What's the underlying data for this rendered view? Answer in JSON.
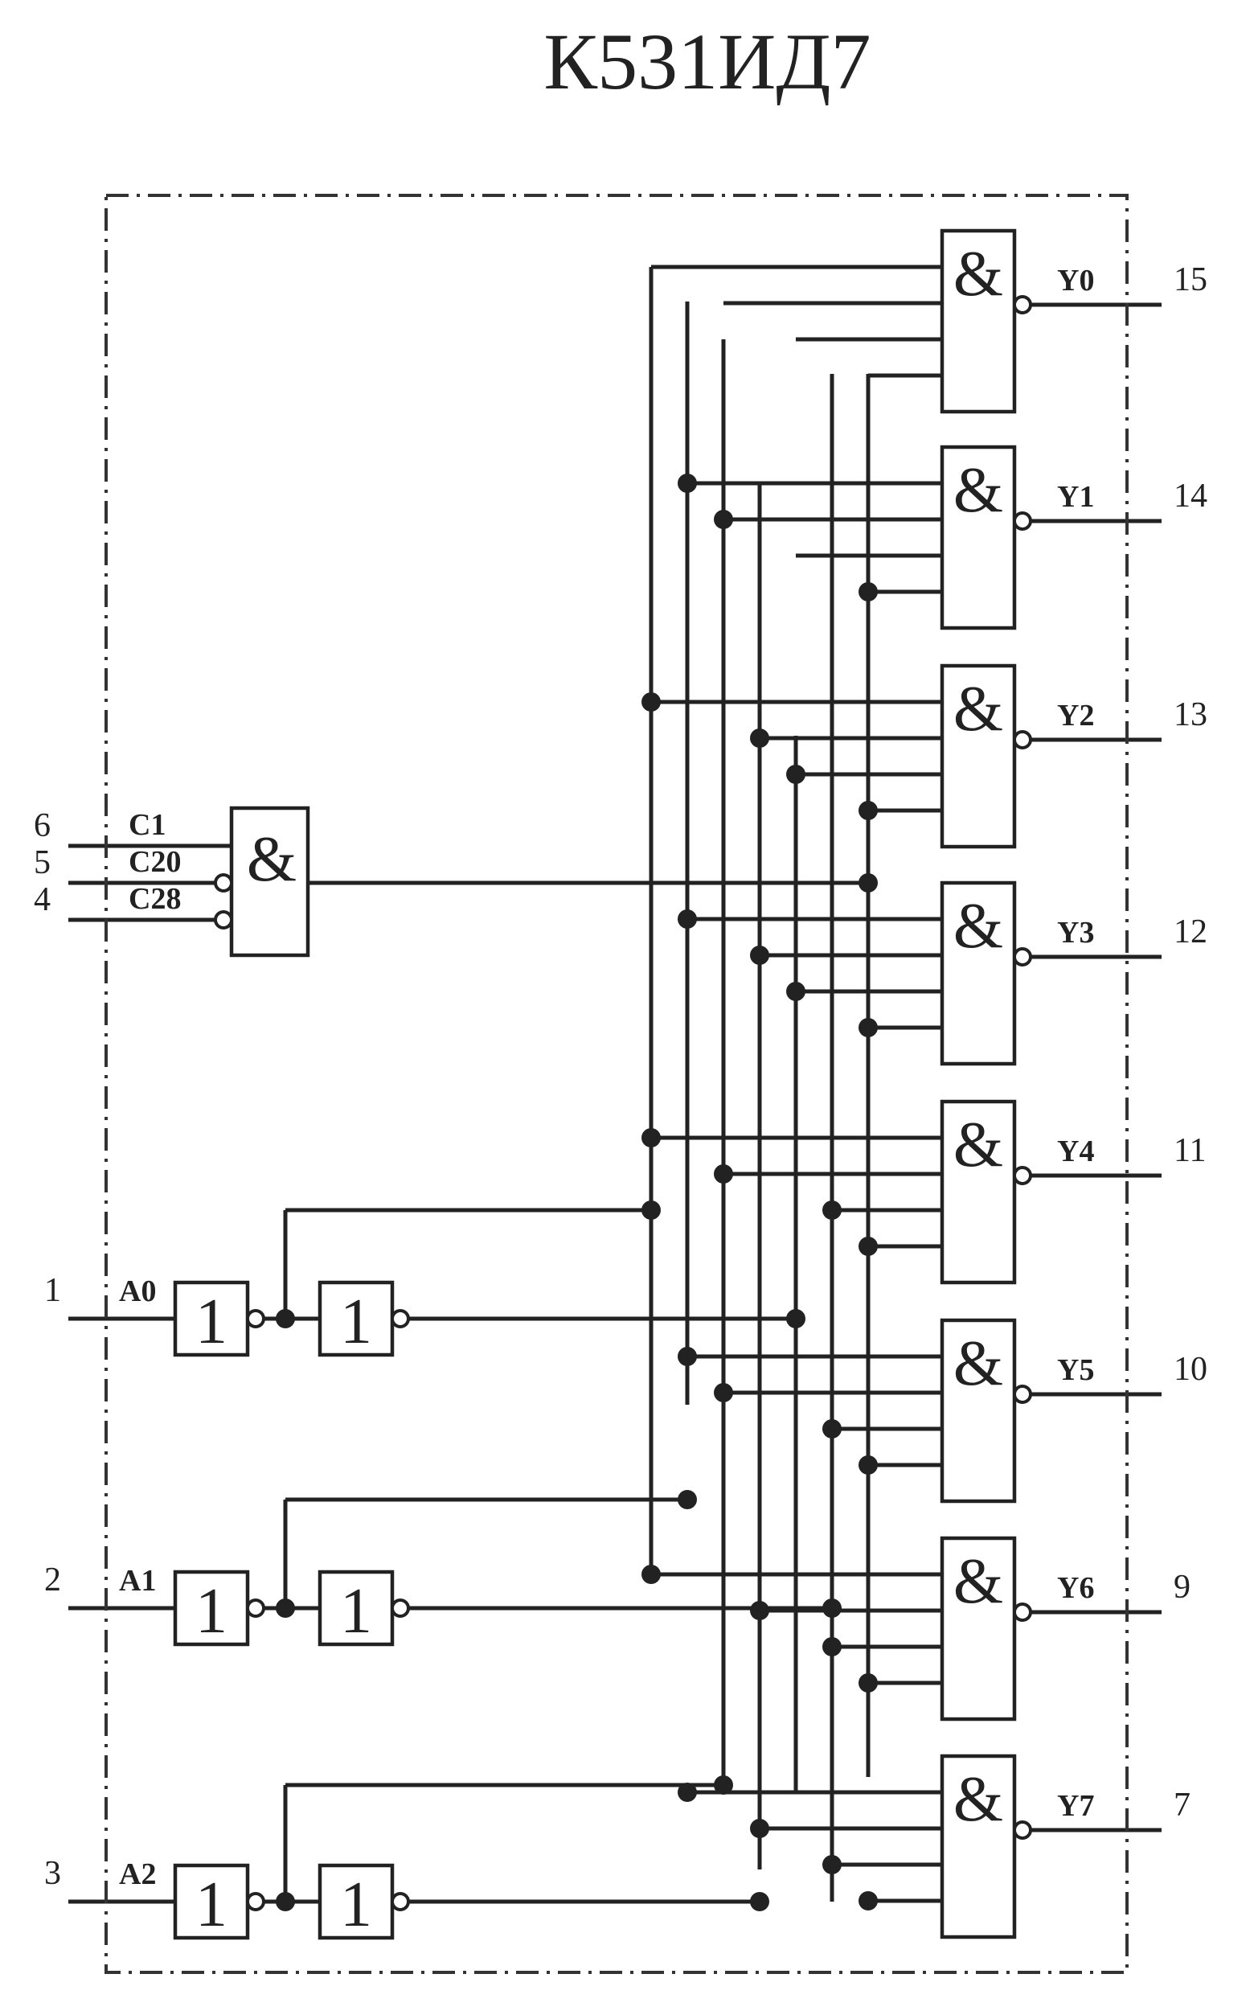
{
  "title": "К531ИД7",
  "enable_gate": {
    "symbol": "&",
    "inputs": [
      {
        "pin": "6",
        "signal": "C1",
        "inverted": false
      },
      {
        "pin": "5",
        "signal": "C20",
        "inverted": true
      },
      {
        "pin": "4",
        "signal": "C28",
        "inverted": true
      }
    ]
  },
  "address_inputs": [
    {
      "pin": "1",
      "signal": "A0"
    },
    {
      "pin": "2",
      "signal": "A1"
    },
    {
      "pin": "3",
      "signal": "A2"
    }
  ],
  "inverter_symbol": "1",
  "output_gate_symbol": "&",
  "outputs": [
    {
      "signal": "Y0",
      "pin": "15"
    },
    {
      "signal": "Y1",
      "pin": "14"
    },
    {
      "signal": "Y2",
      "pin": "13"
    },
    {
      "signal": "Y3",
      "pin": "12"
    },
    {
      "signal": "Y4",
      "pin": "11"
    },
    {
      "signal": "Y5",
      "pin": "10"
    },
    {
      "signal": "Y6",
      "pin": "9"
    },
    {
      "signal": "Y7",
      "pin": "7"
    }
  ],
  "colors": {
    "ink": "#222222",
    "background": "#ffffff"
  }
}
